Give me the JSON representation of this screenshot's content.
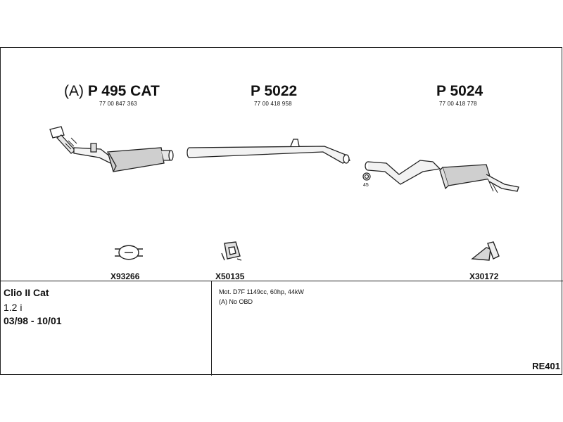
{
  "parts": [
    {
      "prefix": "(A)",
      "number": "P 495 CAT",
      "oem": "77 00 847 363"
    },
    {
      "number": "P 5022",
      "oem": "77 00 418 958"
    },
    {
      "number": "P 5024",
      "oem": "77 00 418 778"
    }
  ],
  "hardware": [
    {
      "code": "X93266",
      "icon": "exhaust-clamp-icon"
    },
    {
      "code": "X50135",
      "icon": "rubber-hanger-icon"
    },
    {
      "code": "X30172",
      "icon": "mounting-bracket-icon"
    }
  ],
  "gasket_size": "45",
  "vehicle": {
    "model": "Clio II Cat",
    "engine": "1.2 i",
    "years": "03/98 - 10/01"
  },
  "notes": [
    "Mot. D7F 1149cc, 60hp, 44kW",
    "(A) No OBD"
  ],
  "reference": "RE401"
}
